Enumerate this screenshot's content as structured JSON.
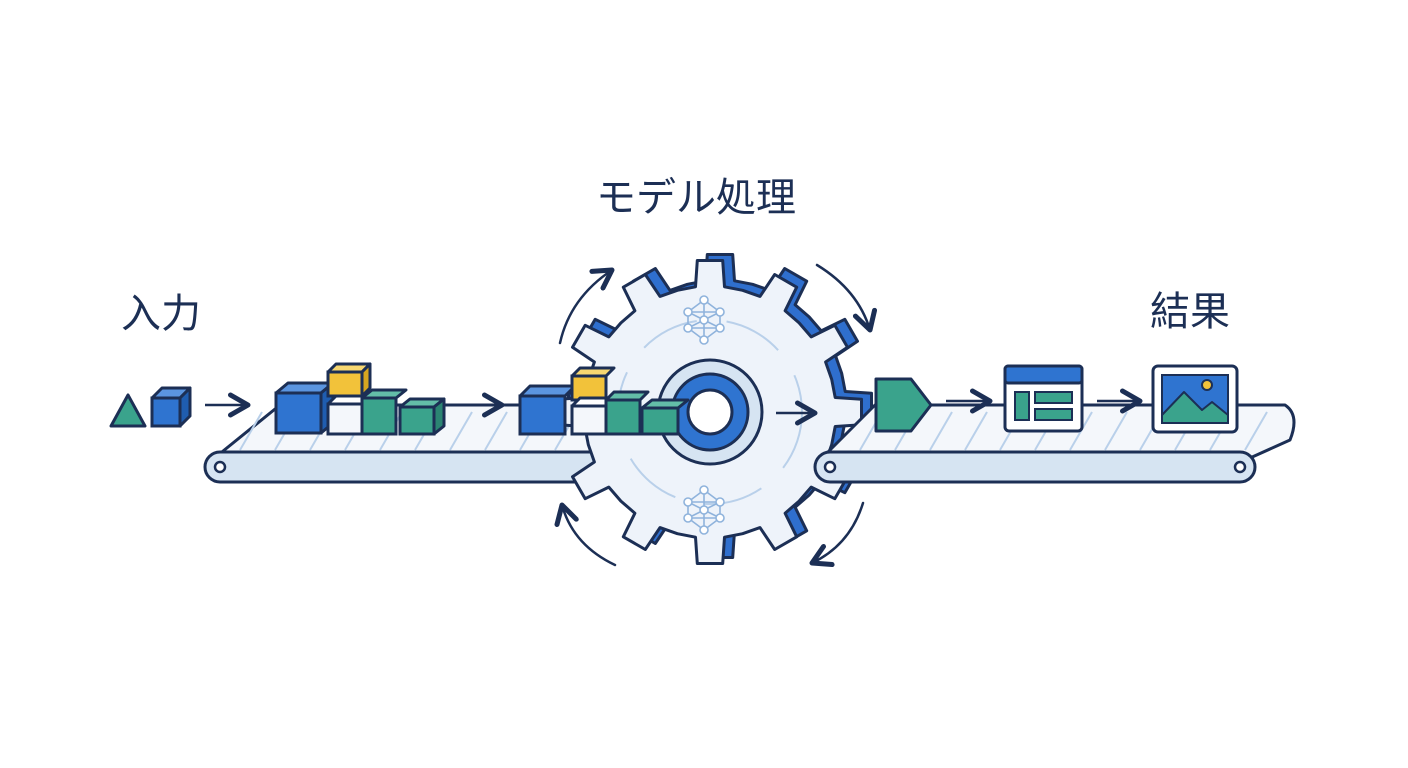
{
  "labels": {
    "input": "入力",
    "model": "モデル処理",
    "output": "結果"
  },
  "colors": {
    "ink": "#1c2f55",
    "blue": "#2f74d0",
    "teal": "#3aa38c",
    "yellow": "#f2c23a",
    "belt": "#d6e4f2",
    "gear_face": "#eef3fa",
    "gear_edge": "#2f6fce",
    "light_blue": "#b9d0ea"
  },
  "icons": [
    "triangle-icon",
    "cube-icon",
    "gear-icon",
    "neural-network-icon",
    "document-icon",
    "image-icon",
    "arrow-right-icon",
    "rotation-arrow-icon"
  ]
}
